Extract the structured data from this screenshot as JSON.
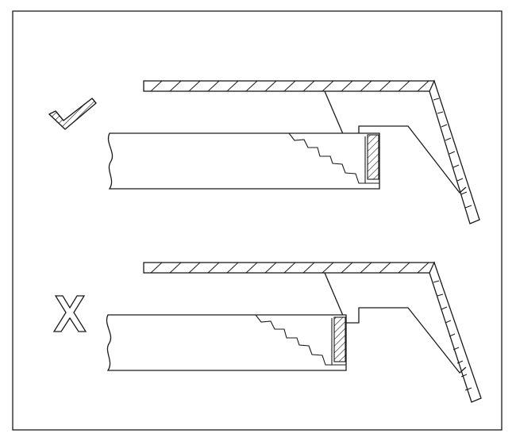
{
  "figure": {
    "description_hidden": "",
    "panels": [
      {
        "id": "correct",
        "marker_icon": "check-mark-icon",
        "verdict": "correct"
      },
      {
        "id": "incorrect",
        "marker_icon": "x-mark-icon",
        "verdict": "incorrect"
      }
    ],
    "colors": {
      "stroke": "#1a1a1a",
      "background": "#ffffff"
    }
  }
}
